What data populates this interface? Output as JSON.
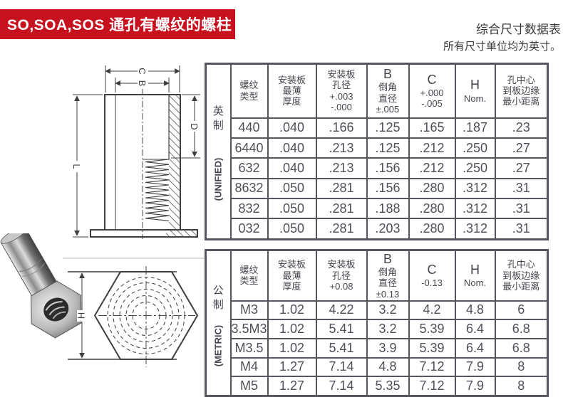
{
  "banner": {
    "title": "SO,SOA,SOS 通孔有螺纹的螺柱",
    "bg": "#c8111f",
    "fg": "#ffffff"
  },
  "header_note": {
    "line1": "综合尺寸数据表",
    "line2": "所有尺寸单位均为英寸。"
  },
  "diagram": {
    "labels": {
      "c": "C",
      "b": "B",
      "d": "D",
      "l": "L",
      "h": "H"
    }
  },
  "tables": {
    "unified": {
      "side_cjk": "英\n制",
      "side_latin": "(UNIFIED)",
      "headers": [
        "螺纹\n类型",
        "安装板\n最薄\n厚度",
        "安装板\n孔径\n+.003\n-.000",
        "B\n倒角\n直径\n±.005",
        "C\n+.000\n-.005",
        "H\nNom.",
        "孔中心\n到板边缘\n最小距离"
      ],
      "rows": [
        [
          "440",
          ".040",
          ".166",
          ".125",
          ".165",
          ".187",
          ".23"
        ],
        [
          "6440",
          ".040",
          ".213",
          ".125",
          ".212",
          ".250",
          ".27"
        ],
        [
          "632",
          ".040",
          ".213",
          ".156",
          ".212",
          ".250",
          ".27"
        ],
        [
          "8632",
          ".050",
          ".281",
          ".156",
          ".280",
          ".312",
          ".31"
        ],
        [
          "832",
          ".050",
          ".281",
          ".188",
          ".280",
          ".312",
          ".31"
        ],
        [
          "032",
          ".050",
          ".281",
          ".203",
          ".280",
          ".312",
          ".31"
        ]
      ]
    },
    "metric": {
      "side_cjk": "公\n制",
      "side_latin": "(METRIC)",
      "headers": [
        "螺纹\n类型",
        "安装板\n最薄\n厚度",
        "安装板\n孔径\n+0.08",
        "B\n倒角\n直径\n±0.13",
        "C\n-0.13",
        "H\nNom.",
        "孔中心\n到板边缘\n最小距离"
      ],
      "rows": [
        [
          "M3",
          "1.02",
          "4.22",
          "3.2",
          "4.2",
          "4.8",
          "6"
        ],
        [
          "3.5M3",
          "1.02",
          "5.41",
          "3.2",
          "5.39",
          "6.4",
          "6.8"
        ],
        [
          "M3.5",
          "1.02",
          "5.41",
          "3.9",
          "5.39",
          "6.4",
          "6.8"
        ],
        [
          "M4",
          "1.27",
          "7.14",
          "4.8",
          "7.12",
          "7.9",
          "8"
        ],
        [
          "M5",
          "1.27",
          "7.14",
          "5.35",
          "7.12",
          "7.9",
          "8"
        ]
      ]
    }
  },
  "colors": {
    "accent_red": "#c8111f",
    "table_border": "#55555d",
    "table_text": "#50505a",
    "drawing_line": "#3f3f3f"
  }
}
